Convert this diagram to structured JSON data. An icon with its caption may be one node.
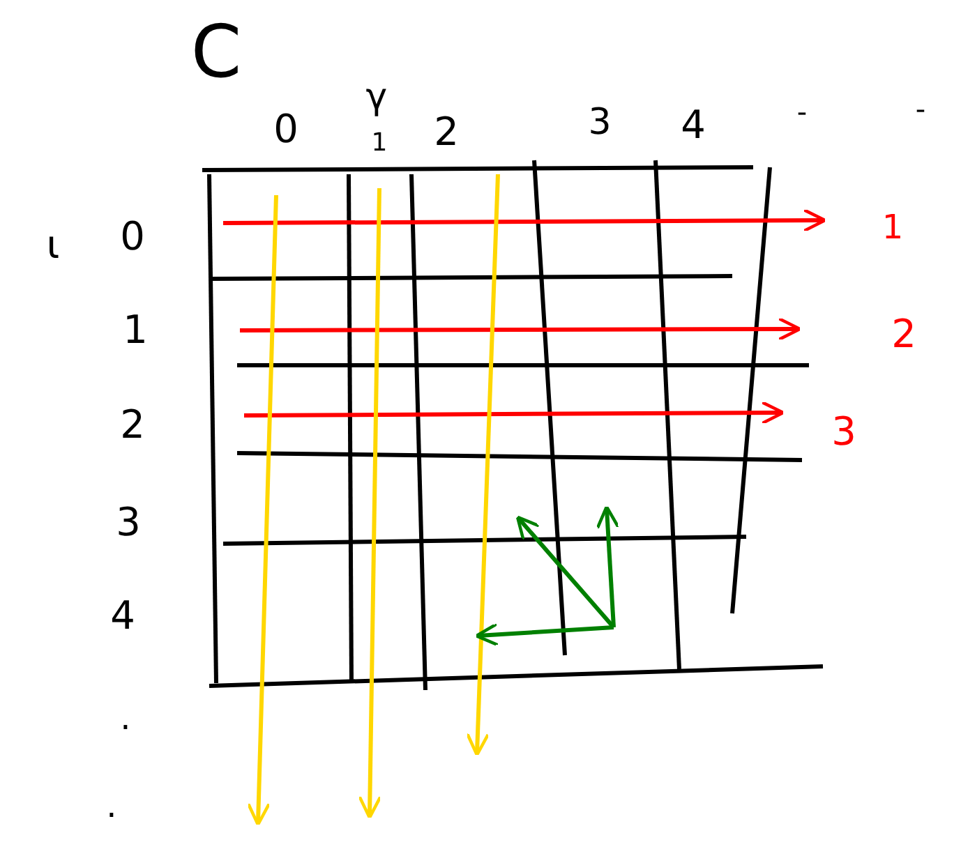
{
  "diagram": {
    "labels": [
      "C",
      "γ",
      "0",
      "1",
      "2",
      "3",
      "4",
      "-",
      "-",
      "ι",
      "0",
      "1",
      "2",
      "3",
      "4",
      ".",
      ".",
      "1",
      "2",
      "3"
    ]
  }
}
